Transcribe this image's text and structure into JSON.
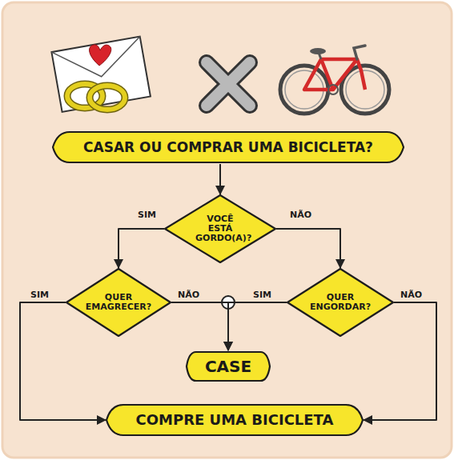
{
  "diagram": {
    "nodes": [
      {
        "text": [
          "CASAR OU COMPRAR UMA BICICLETA?"
        ]
      },
      {
        "text": [
          "VOCÊ ESTÁ GORDO(A)?"
        ]
      },
      {
        "text": [
          "QUER EMAGRECER?"
        ]
      },
      {
        "text": [
          "QUER ENGORDAR?"
        ]
      },
      {
        "text": [
          "CASE"
        ]
      },
      {
        "text": [
          "COMPRE UMA BICICLETA"
        ]
      }
    ],
    "edges": [
      {
        "from": 0,
        "to": 1,
        "arrow": "to"
      },
      {
        "from": 1,
        "to": 2,
        "label": "SIM",
        "arrow": "to"
      },
      {
        "from": 1,
        "to": 3,
        "label": "NÃO",
        "arrow": "to"
      },
      {
        "from": 2,
        "to": 4,
        "label": "NÃO",
        "arrow": "to"
      },
      {
        "from": 3,
        "to": 4,
        "label": "SIM",
        "arrow": "to"
      },
      {
        "from": 2,
        "to": 5,
        "label": "SIM",
        "arrow": "to"
      },
      {
        "from": 3,
        "to": 5,
        "label": "NÃO",
        "arrow": "to"
      }
    ]
  }
}
